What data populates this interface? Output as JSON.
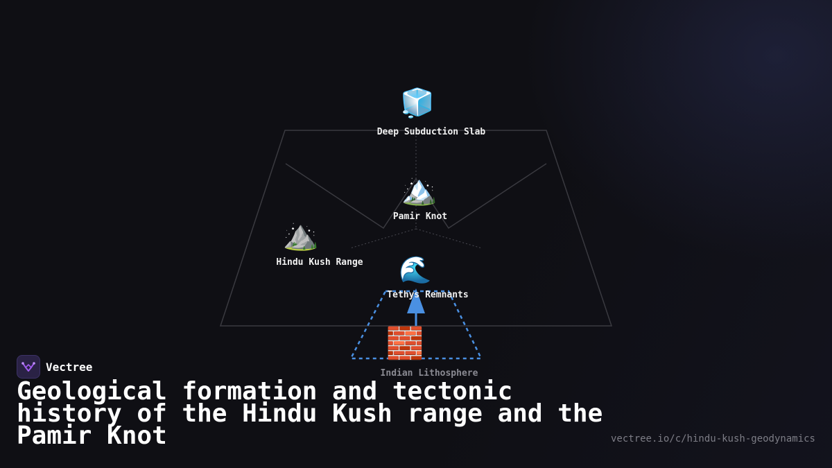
{
  "brand": {
    "name": "Vectree",
    "logo_color": "#a15cf0"
  },
  "title": "Geological formation and tectonic history of the Hindu Kush range and the Pamir Knot",
  "url": "vectree.io/c/hindu-kush-geodynamics",
  "diagram": {
    "nodes": [
      {
        "id": "deep-subduction-slab",
        "label": "Deep Subduction Slab",
        "icon": "ice-cube-icon",
        "glyph": "🧊"
      },
      {
        "id": "pamir-knot",
        "label": "Pamir Knot",
        "icon": "snow-capped-mountain-icon",
        "glyph": "🏔️"
      },
      {
        "id": "hindu-kush-range",
        "label": "Hindu Kush Range",
        "icon": "mountain-icon",
        "glyph": "⛰️"
      },
      {
        "id": "tethys-remnants",
        "label": "Tethys Remnants",
        "icon": "wave-icon",
        "glyph": "🌊"
      },
      {
        "id": "indian-lithosphere",
        "label": "Indian Lithosphere",
        "icon": "brick-icon",
        "glyph": "🧱"
      }
    ],
    "colors": {
      "outline": "#3a3a40",
      "highlight": "#4a90e2",
      "label": "#f2f2f2",
      "label_dim": "#8a8a92"
    }
  }
}
